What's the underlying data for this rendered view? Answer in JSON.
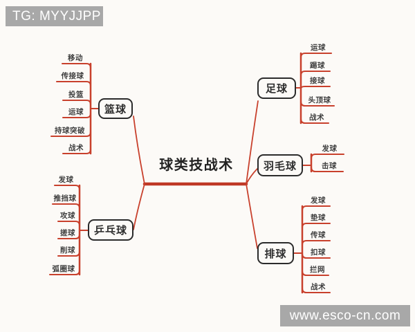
{
  "watermarks": {
    "top_left": "TG: MYYJJPP",
    "bottom_right": "www.esco-cn.com"
  },
  "root": {
    "label": "球类技战术"
  },
  "branches": [
    {
      "id": "basketball",
      "label": "篮球",
      "side": "left",
      "children": [
        "移动",
        "传接球",
        "投篮",
        "运球",
        "持球突破",
        "战术"
      ]
    },
    {
      "id": "table-tennis",
      "label": "乒乓球",
      "side": "left",
      "children": [
        "发球",
        "推挡球",
        "攻球",
        "搓球",
        "削球",
        "弧圈球"
      ]
    },
    {
      "id": "football",
      "label": "足球",
      "side": "right",
      "children": [
        "运球",
        "踢球",
        "接球",
        "头顶球",
        "战术"
      ]
    },
    {
      "id": "badminton",
      "label": "羽毛球",
      "side": "right",
      "children": [
        "发球",
        "击球"
      ]
    },
    {
      "id": "volleyball",
      "label": "排球",
      "side": "right",
      "children": [
        "发球",
        "垫球",
        "传球",
        "扣球",
        "拦网",
        "战术"
      ]
    }
  ],
  "colors": {
    "line": "#c8402c",
    "center_line": "#bf3826",
    "box_border": "#2b2b2b",
    "text": "#3f3f3f",
    "watermark_bg": "#a8a8a8",
    "watermark_text": "#ffffff",
    "background": "#fcfaf7"
  }
}
